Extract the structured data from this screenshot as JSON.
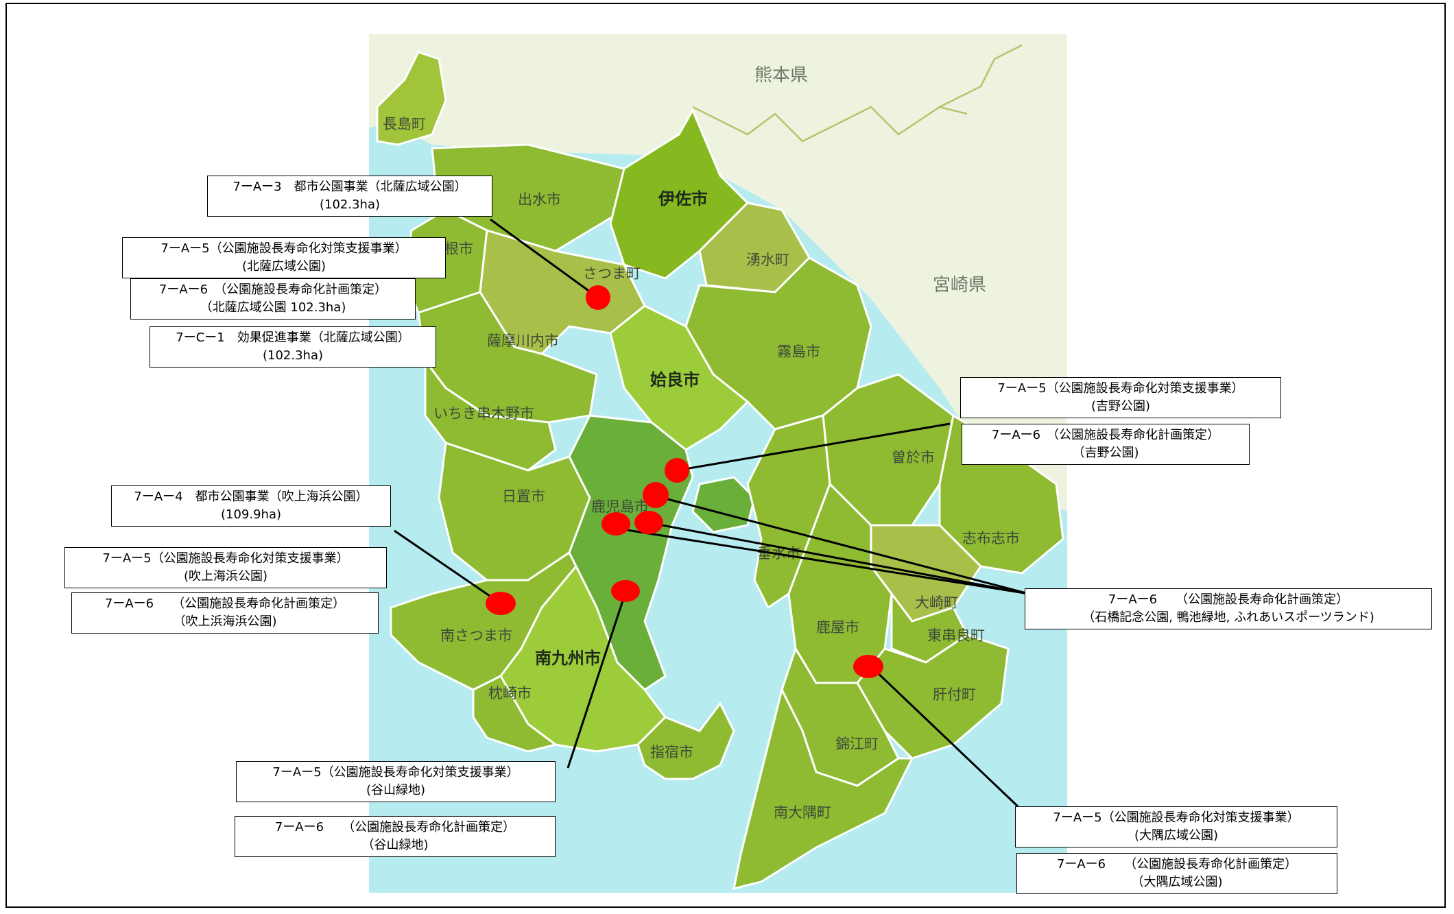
{
  "prefectures": {
    "kumamoto": "熊本県",
    "miyazaki": "宮崎県"
  },
  "places": {
    "nagashima": "長島町",
    "izumi": "出水市",
    "isa": "伊佐市",
    "akune": "根市",
    "satsuma": "さつま町",
    "yusui": "湧水町",
    "satsumasendai": "薩摩川内市",
    "kirishima": "霧島市",
    "aira": "姶良市",
    "ichikikushikino": "いちき串木野市",
    "soo": "曽於市",
    "hioki": "日置市",
    "kagoshima": "鹿児島市",
    "shibushi": "志布志市",
    "tarumizu": "垂水市",
    "osaki": "大崎町",
    "minamisatsuma": "南さつま市",
    "kanoya": "鹿屋市",
    "higashikushira": "東串良町",
    "minamikyushu": "南九州市",
    "kimotsuki": "肝付町",
    "makurazaki": "枕崎市",
    "ibusuki": "指宿市",
    "kinko": "錦江町",
    "minamiosumi": "南大隅町"
  },
  "callouts": {
    "c1": {
      "line1": "7ーAー3　都市公園事業（北薩広域公園）",
      "line2": "(102.3ha)"
    },
    "c2": {
      "line1": "7ーAー5（公園施設長寿命化対策支援事業）",
      "line2": "(北薩広域公園)"
    },
    "c3": {
      "line1": "7ーAー6　（公園施設長寿命化計画策定）",
      "line2": "（北薩広域公園 102.3ha)"
    },
    "c4": {
      "line1": "7ーCー1　効果促進事業（北薩広域公園）",
      "line2": "(102.3ha)"
    },
    "c5": {
      "line1": "7ーAー5（公園施設長寿命化対策支援事業）",
      "line2": "(吉野公園)"
    },
    "c6": {
      "line1": "7ーAー6　（公園施設長寿命化計画策定）",
      "line2": "（吉野公園)"
    },
    "c7": {
      "line1": "7ーAー4　都市公園事業（吹上海浜公園）",
      "line2": "(109.9ha)"
    },
    "c8": {
      "line1": "7ーAー5（公園施設長寿命化対策支援事業）",
      "line2": "(吹上海浜公園)"
    },
    "c9": {
      "line1": "7ーAー6　　（公園施設長寿命化計画策定）",
      "line2": "（吹上浜海浜公園)"
    },
    "c10": {
      "line1": "7ーAー6　　（公園施設長寿命化計画策定）",
      "line2": "（石橋記念公園, 鴨池緑地, ふれあいスポーツランド)"
    },
    "c11": {
      "line1": "7ーAー5（公園施設長寿命化対策支援事業）",
      "line2": "(谷山緑地)"
    },
    "c12": {
      "line1": "7ーAー6　　（公園施設長寿命化計画策定）",
      "line2": "（谷山緑地)"
    },
    "c13": {
      "line1": "7ーAー5（公園施設長寿命化対策支援事業）",
      "line2": "(大隅広域公園)"
    },
    "c14": {
      "line1": "7ーAー6　　（公園施設長寿命化計画策定）",
      "line2": "（大隅広域公園)"
    }
  },
  "colors": {
    "sea": "#b6ecef",
    "land_outside": "#eef3df",
    "marker": "#ff0000"
  }
}
